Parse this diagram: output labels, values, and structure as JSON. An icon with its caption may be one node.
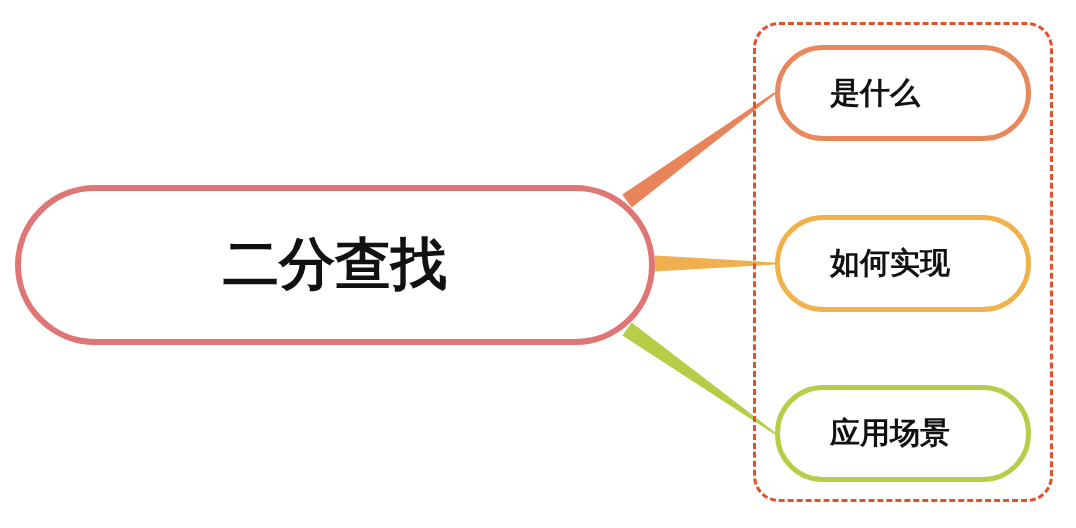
{
  "diagram": {
    "nodes": [
      {
        "text": [
          "二分查找"
        ]
      },
      {
        "text": [],
        "shape": "box"
      },
      {
        "text": [
          "是什么"
        ],
        "in": 1
      },
      {
        "text": [
          "如何实现"
        ],
        "in": 1
      },
      {
        "text": [
          "应用场景"
        ],
        "in": 1
      }
    ],
    "edges": [
      {
        "from": 0,
        "to": 2,
        "arrow": "none",
        "style": "thick",
        "color": "#e8845a"
      },
      {
        "from": 0,
        "to": 3,
        "arrow": "none",
        "style": "thick",
        "color": "#f0b050"
      },
      {
        "from": 0,
        "to": 4,
        "arrow": "none",
        "style": "thick",
        "color": "#b8cc48"
      }
    ]
  }
}
